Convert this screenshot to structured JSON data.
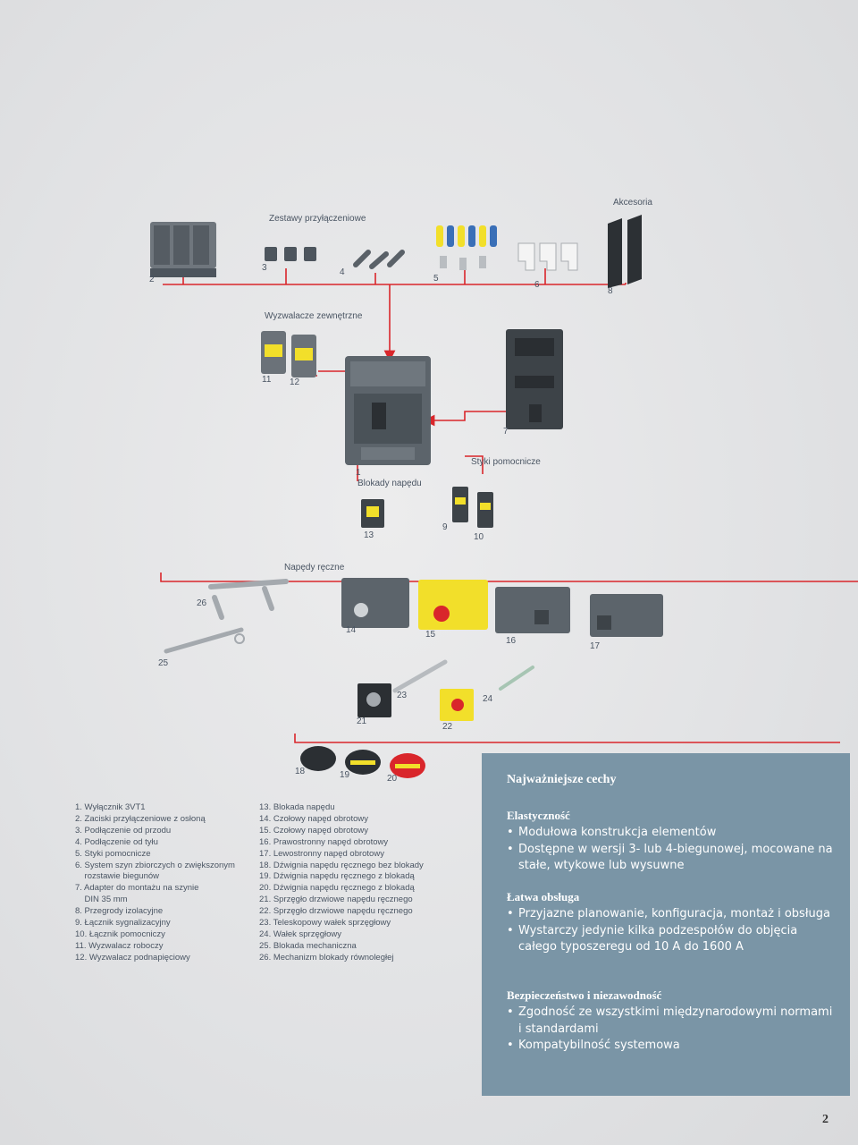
{
  "groups": {
    "connection_sets": "Zestawy przyłączeniowe",
    "accessories": "Akcesoria",
    "external_releases": "Wyzwalacze zewnętrzne",
    "auxiliary_contacts": "Styki pomocnicze",
    "operating_locks": "Blokady napędu",
    "manual_drives": "Napędy ręczne"
  },
  "numbers": {
    "n1": "1",
    "n2": "2",
    "n3": "3",
    "n4": "4",
    "n5": "5",
    "n6": "6",
    "n7": "7",
    "n8": "8",
    "n9": "9",
    "n10": "10",
    "n11": "11",
    "n12": "12",
    "n13": "13",
    "n14": "14",
    "n15": "15",
    "n16": "16",
    "n17": "17",
    "n18": "18",
    "n19": "19",
    "n20": "20",
    "n21": "21",
    "n22": "22",
    "n23": "23",
    "n24": "24",
    "n25": "25",
    "n26": "26"
  },
  "legend_left": [
    "1. Wyłącznik 3VT1",
    "2. Zaciski przyłączeniowe z osłoną",
    "3. Podłączenie od przodu",
    "4. Podłączenie od tyłu",
    "5. Styki pomocnicze",
    "6. System szyn zbiorczych o zwiększonym",
    "    rozstawie biegunów",
    "7. Adapter do montażu na szynie",
    "    DIN 35 mm",
    "8. Przegrody izolacyjne",
    "9. Łącznik sygnalizacyjny",
    "10. Łącznik pomocniczy",
    "11. Wyzwalacz roboczy",
    "12. Wyzwalacz podnapięciowy"
  ],
  "legend_right": [
    "13. Blokada napędu",
    "14. Czołowy napęd obrotowy",
    "15. Czołowy napęd obrotowy",
    "16. Prawostronny napęd obrotowy",
    "17. Lewostronny napęd obrotowy",
    "18. Dźwignia napędu ręcznego bez blokady",
    "19. Dźwignia napędu ręcznego z blokadą",
    "20. Dźwignia napędu ręcznego z blokadą",
    "21. Sprzęgło drzwiowe napędu ręcznego",
    "22. Sprzęgło drzwiowe napędu ręcznego",
    "23. Teleskopowy wałek sprzęgłowy",
    "24. Wałek sprzęgłowy",
    "25. Blokada mechaniczna",
    "26. Mechanizm blokady równoległej"
  ],
  "features": {
    "title": "Najważniejsze cechy",
    "sections": [
      {
        "heading": "Elastyczność",
        "items": [
          "Modułowa konstrukcja elementów",
          "Dostępne w wersji 3- lub 4-biegunowej, mocowane na stałe, wtykowe lub wysuwne"
        ]
      },
      {
        "heading": "Łatwa obsługa",
        "items": [
          "Przyjazne planowanie, konfiguracja, montaż i obsługa",
          "Wystarczy jedynie kilka podzespołów do objęcia całego typoszeregu od 10 A do 1600 A"
        ]
      },
      {
        "heading": "Bezpieczeństwo i niezawodność",
        "items": [
          "Zgodność ze wszystkimi międzynarodowymi normami i standardami",
          "Kompatybilność systemowa"
        ]
      }
    ]
  },
  "colors": {
    "red_line": "#d9262b",
    "panel": "#7a95a6",
    "yellow": "#f2df2a",
    "dark_gray": "#4d555d",
    "mid_gray": "#8a9097"
  },
  "page_number": "2"
}
